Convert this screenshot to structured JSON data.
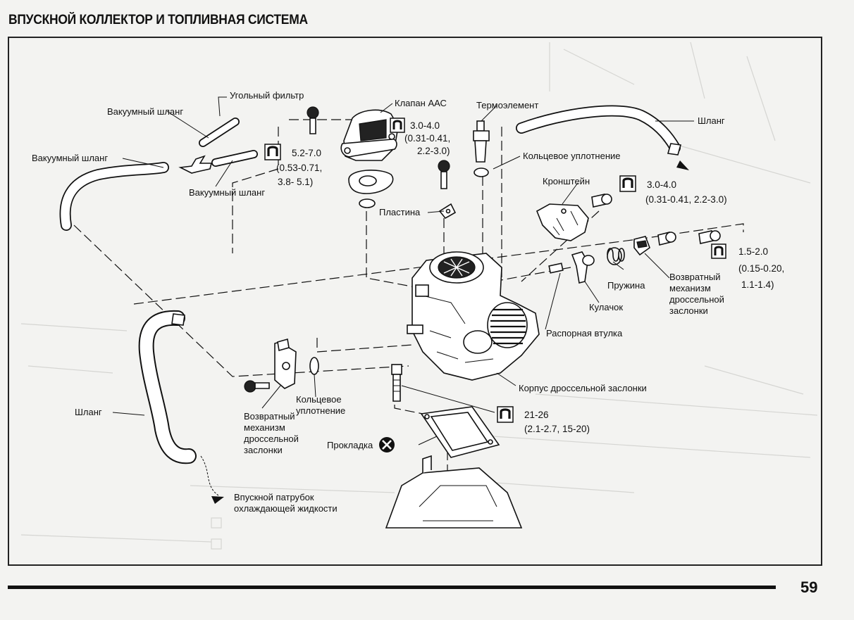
{
  "page": {
    "title": "ВПУСКНОЙ КОЛЛЕКТОР И ТОПЛИВНАЯ СИСТЕМА",
    "page_number": "59"
  },
  "labels": {
    "angular_filter": "Угольный фильтр",
    "vacuum_hose_top": "Вакуумный шланг",
    "vacuum_hose_left": "Вакуумный шланг",
    "vacuum_hose_mid": "Вакуумный шланг",
    "aac_valve": "Клапан ААС",
    "thermo_element": "Термоэлемент",
    "hose_right": "Шланг",
    "o_ring_top": "Кольцевое уплотнение",
    "plate": "Пластина",
    "bracket": "Кронштейн",
    "spring": "Пружина",
    "return_mech_right": [
      "Возвратный",
      "механизм",
      "дроссельной",
      "заслонки"
    ],
    "cam": "Кулачок",
    "spacer": "Распорная втулка",
    "throttle_body": "Корпус дроссельной заслонки",
    "hose_left": "Шланг",
    "return_mech_left": [
      "Возвратный",
      "механизм",
      "дроссельной",
      "заслонки"
    ],
    "o_ring_bottom": [
      "Кольцевое",
      "уплотнение"
    ],
    "gasket": "Прокладка",
    "coolant_inlet": [
      "Впускной патрубок",
      "охлаждающей жидкости"
    ]
  },
  "torque_specs": {
    "aac_bolts": [
      "5.2-7.0",
      "(0.53-0.71,",
      "3.8- 5.1)"
    ],
    "aac_valve": [
      "3.0-4.0",
      "(0.31-0.41,",
      "2.2-3.0)"
    ],
    "bracket": [
      "3.0-4.0",
      "(0.31-0.41, 2.2-3.0)"
    ],
    "return_mech": [
      "1.5-2.0",
      "(0.15-0.20,",
      "1.1-1.4)"
    ],
    "throttle_body": [
      "21-26",
      "(2.1-2.7, 15-20)"
    ]
  },
  "icons": {
    "torque": "torque-wrench-icon",
    "replace": "do-not-reuse-icon"
  }
}
